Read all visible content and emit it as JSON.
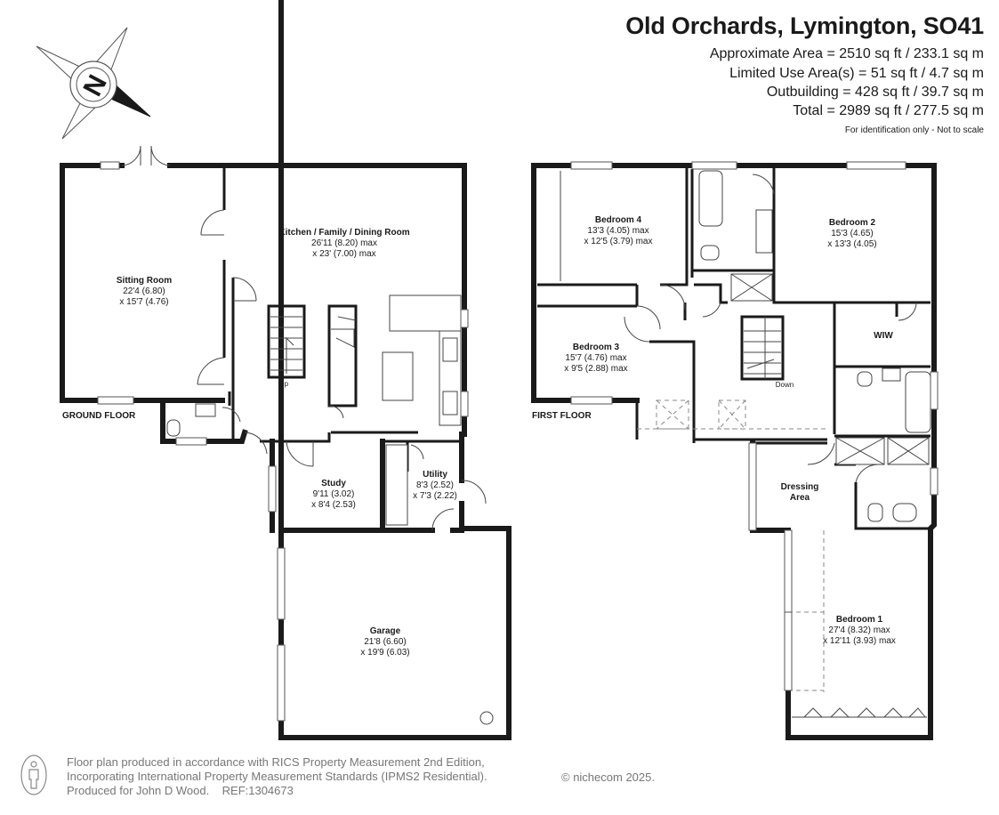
{
  "header": {
    "title": "Old Orchards, Lymington, SO41",
    "areas": [
      "Approximate Area = 2510 sq ft / 233.1 sq m",
      "Limited Use Area(s) = 51 sq ft / 4.7 sq m",
      "Outbuilding = 428 sq ft / 39.7 sq m",
      "Total = 2989 sq ft / 277.5 sq m"
    ],
    "note": "For identification only - Not to scale"
  },
  "compass": {
    "letter": "N",
    "icon": "compass-rose-icon"
  },
  "floors": {
    "ground": "GROUND FLOOR",
    "first": "FIRST FLOOR"
  },
  "rooms": {
    "sitting": {
      "name": "Sitting Room",
      "d1": "22'4 (6.80)",
      "d2": "x 15'7 (4.76)"
    },
    "kitchen": {
      "name": "Kitchen / Family / Dining Room",
      "d1": "26'11 (8.20) max",
      "d2": "x 23' (7.00) max"
    },
    "study": {
      "name": "Study",
      "d1": "9'11 (3.02)",
      "d2": "x 8'4 (2.53)"
    },
    "utility": {
      "name": "Utility",
      "d1": "8'3 (2.52)",
      "d2": "x 7'3 (2.22)"
    },
    "garage": {
      "name": "Garage",
      "d1": "21'8 (6.60)",
      "d2": "x 19'9 (6.03)"
    },
    "bed4": {
      "name": "Bedroom 4",
      "d1": "13'3 (4.05) max",
      "d2": "x 12'5 (3.79) max"
    },
    "bed2": {
      "name": "Bedroom 2",
      "d1": "15'3 (4.65)",
      "d2": "x 13'3 (4.05)"
    },
    "bed3": {
      "name": "Bedroom 3",
      "d1": "15'7 (4.76) max",
      "d2": "x 9'5 (2.88) max"
    },
    "wiw": {
      "name": "WIW"
    },
    "dressing": {
      "name": "Dressing",
      "d1": "Area"
    },
    "bed1": {
      "name": "Bedroom 1",
      "d1": "27'4 (8.32) max",
      "d2": "x 12'11 (3.93) max"
    }
  },
  "stairs": {
    "up": "Up",
    "down": "Down"
  },
  "footer": {
    "lines": [
      "Floor plan produced in accordance with RICS Property Measurement 2nd Edition,",
      "Incorporating International Property Measurement Standards (IPMS2 Residential).",
      "Produced for John D Wood.    REF:1304673"
    ],
    "brand": "© nichecom 2025.",
    "icon": "person-scale-icon"
  },
  "colors": {
    "wall": "#1a1a1a",
    "fixture": "#444444",
    "footer_text": "#777777"
  }
}
